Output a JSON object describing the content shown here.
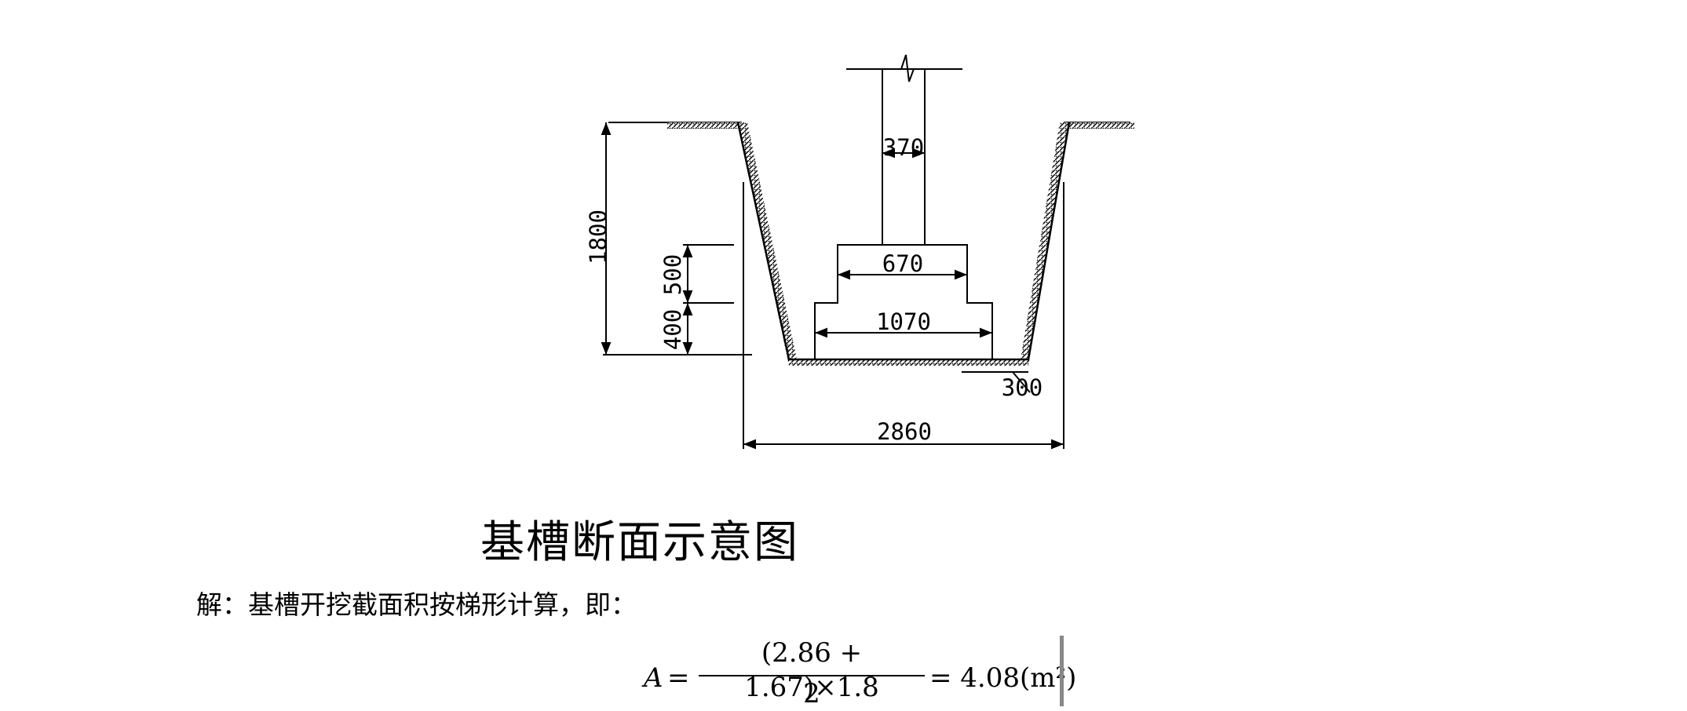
{
  "dimensions": {
    "wall_width": "370",
    "step_top": "670",
    "step_bottom": "1070",
    "depth_total": "1800",
    "step_height_upper": "500",
    "step_height_lower": "400",
    "work_face": "300",
    "bottom_width": "2860"
  },
  "caption": "基槽断面示意图",
  "solution_text": "解：基槽开挖截面积按梯形计算，即：",
  "formula": {
    "lhs": "A",
    "equals": "=",
    "numerator": "(2.86 + 1.67)×1.8",
    "denominator": "2",
    "rhs": "= 4.08(m²)"
  }
}
